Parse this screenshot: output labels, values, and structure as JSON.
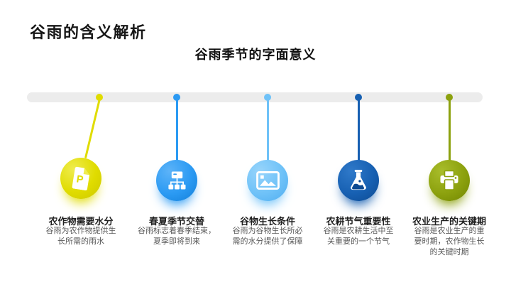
{
  "slide": {
    "title": "谷雨的含义解析",
    "subtitle": "谷雨季节的字面意义",
    "background_color": "#ffffff",
    "title_color": "#161616",
    "body_text_color": "#585858"
  },
  "timeline": {
    "bar_color": "#ececec",
    "nodes": [
      {
        "icon": "ppt-file-icon",
        "title": "农作物需要水分",
        "body": "谷雨为农作物提供生\n长所需的雨水",
        "color": "#e0dc00",
        "color_light": "#efec4e",
        "color_dark": "#cdc800"
      },
      {
        "icon": "org-chart-icon",
        "title": "春夏季节交替",
        "body": "谷雨标志着春季结束，\n夏季即将到来",
        "color": "#2b9af3",
        "color_light": "#5cb3f8",
        "color_dark": "#137fd8"
      },
      {
        "icon": "image-icon",
        "title": "谷物生长条件",
        "body": "谷雨为谷物生长所必\n需的水分提供了保障",
        "color": "#6fc2f8",
        "color_light": "#97d4fb",
        "color_dark": "#4fadf0"
      },
      {
        "icon": "flask-icon",
        "title": "农耕节气重要性",
        "body": "谷雨是农耕生活中至\n关重要的一个节气",
        "color": "#1760b2",
        "color_light": "#2f79c9",
        "color_dark": "#0d4a92"
      },
      {
        "icon": "printer-icon",
        "title": "农业生产的关键期",
        "body": "谷雨是农业生产的重\n要时期，农作物生长\n的关键时期",
        "color": "#8ca10e",
        "color_light": "#a9bd2b",
        "color_dark": "#718600"
      }
    ]
  }
}
